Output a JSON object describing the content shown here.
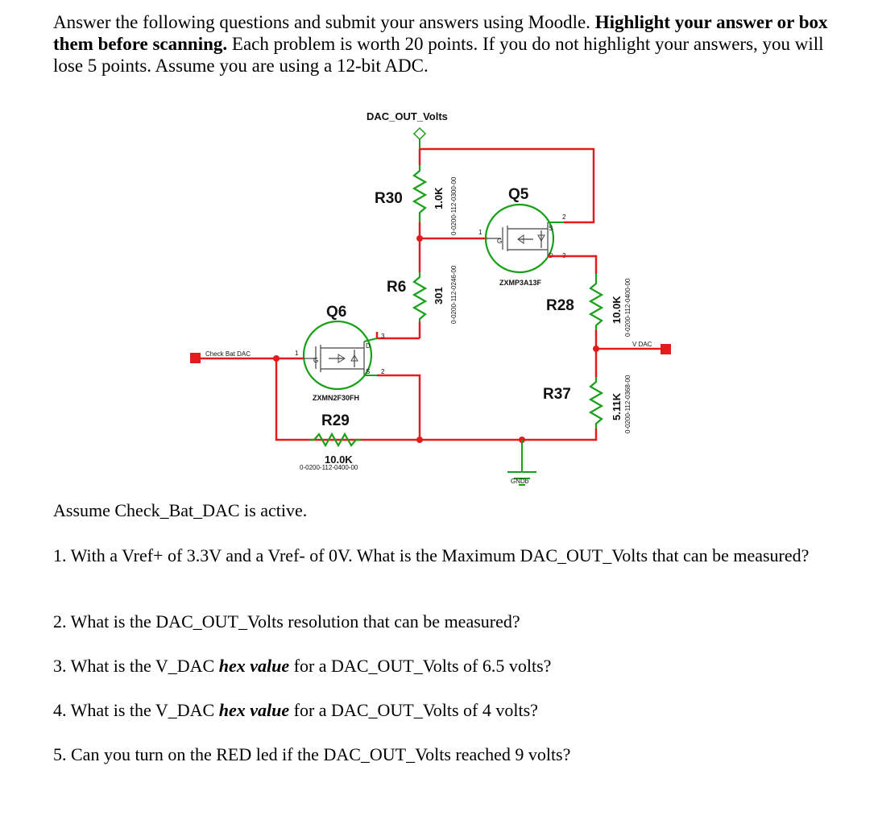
{
  "intro": {
    "part1": "Answer the following questions and submit your answers using Moodle. ",
    "bold1": "Highlight your answer or box them before scanning.",
    "part2": " Each problem is worth 20 points. If you do not highlight your answers, you will lose 5 points. Assume you are using a 12-bit ADC."
  },
  "schematic": {
    "dac_out_label": "DAC_OUT_Volts",
    "check_bat_label": "Check Bat DAC",
    "v_dac_label": "V DAC",
    "gnd_label": "GNDb",
    "q6": {
      "name": "Q6",
      "part": "ZXMN2F30FH",
      "pin_g": "G",
      "pin_d": "D",
      "pin_s": "S",
      "pin1": "1",
      "pin2": "2",
      "pin3": "3"
    },
    "q5": {
      "name": "Q5",
      "part": "ZXMP3A13F",
      "pin_g": "G",
      "pin_d": "D",
      "pin_s": "S",
      "pin1": "1",
      "pin2": "2",
      "pin3": "3"
    },
    "r30": {
      "name": "R30",
      "value": "1.0K",
      "part": "0-0200-112-0300-00"
    },
    "r6": {
      "name": "R6",
      "value": "301",
      "part": "0-0200-112-0246-00"
    },
    "r28": {
      "name": "R28",
      "value": "10.0K",
      "part": "0-0200-112-0400-00"
    },
    "r37": {
      "name": "R37",
      "value": "5.11K",
      "part": "0-0200-112-0368-00"
    },
    "r29": {
      "name": "R29",
      "value": "10.0K",
      "part": "0-0200-112-0400-00"
    }
  },
  "assume": "Assume Check_Bat_DAC is active.",
  "questions": {
    "q1": "1. With a Vref+ of 3.3V and a Vref- of 0V. What is the Maximum DAC_OUT_Volts that can be measured?",
    "q2": "2. What is the DAC_OUT_Volts resolution that can be measured?",
    "q3_a": "3. What is the V_DAC ",
    "q3_b": "hex value",
    "q3_c": " for a DAC_OUT_Volts of 6.5 volts?",
    "q4_a": "4. What is the V_DAC ",
    "q4_b": "hex value",
    "q4_c": " for a DAC_OUT_Volts of 4 volts?",
    "q5": "5. Can you turn on the RED led if the DAC_OUT_Volts reached 9 volts?"
  },
  "colors": {
    "wire": "#e41b1b",
    "component": "#19a019",
    "terminal": "#e41b1b"
  }
}
